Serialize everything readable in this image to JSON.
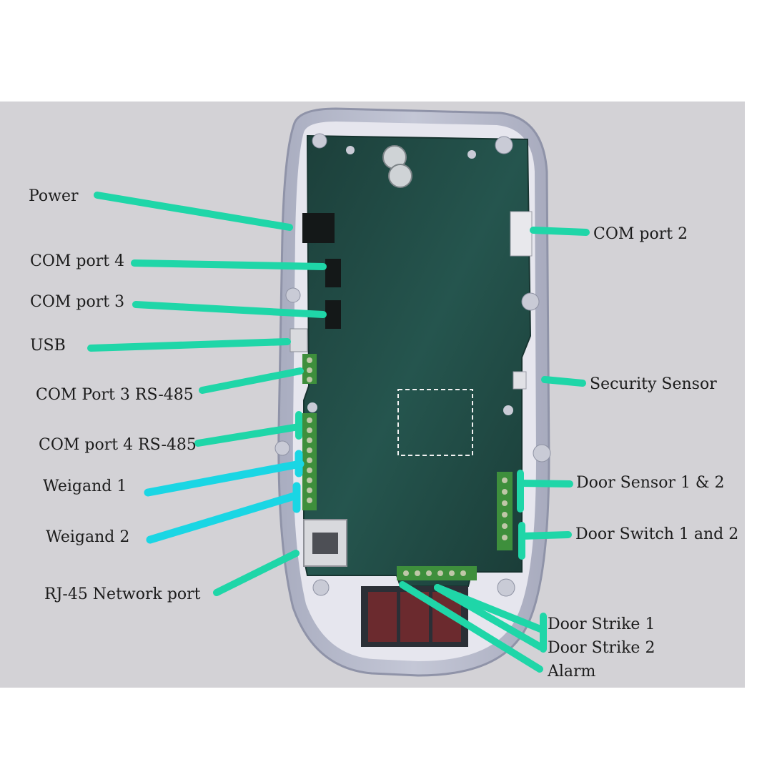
{
  "colors": {
    "page": "#ffffff",
    "backdrop": "#d3d2d6",
    "enclosure": "#b9bccc",
    "pcb": "#1f4a44",
    "line_green": "#1fd6a8",
    "line_cyan": "#1ad6e4"
  },
  "labels": {
    "power": "Power",
    "com4": "COM port 4",
    "com3": "COM port 3",
    "usb": "USB",
    "com3_rs485": "COM Port 3 RS-485",
    "com4_rs485": "COM port 4 RS-485",
    "weigand1": "Weigand 1",
    "weigand2": "Weigand 2",
    "rj45": "RJ-45 Network port",
    "com2": "COM port 2",
    "security": "Security Sensor",
    "door_sensor": "Door Sensor 1 & 2",
    "door_switch": "Door Switch 1 and 2",
    "door_strike1": "Door Strike 1",
    "door_strike2": "Door Strike 2",
    "alarm": "Alarm"
  }
}
